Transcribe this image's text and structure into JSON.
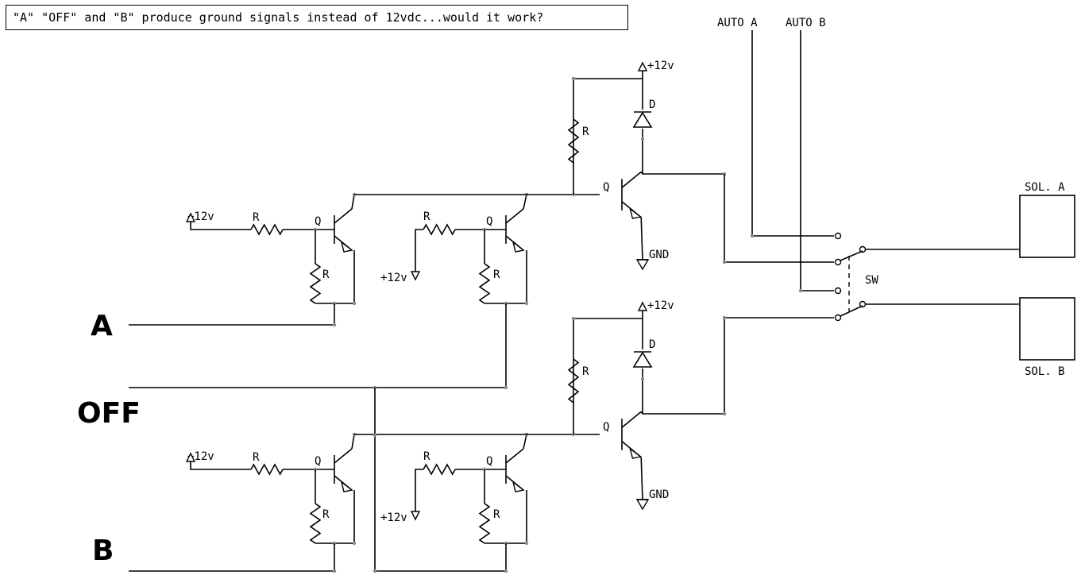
{
  "title": "\"A\" \"OFF\" and \"B\" produce ground signals instead of 12vdc...would it work?",
  "inputs": {
    "a": "A",
    "off": "OFF",
    "b": "B"
  },
  "outputs": {
    "auto_a": "AUTO A",
    "auto_b": "AUTO B",
    "sol_a": "SOL. A",
    "sol_b": "SOL. B"
  },
  "switch_label": "SW",
  "labels": {
    "resistor": "R",
    "transistor": "Q",
    "diode": "D",
    "supply": "+12v",
    "ground": "GND"
  }
}
